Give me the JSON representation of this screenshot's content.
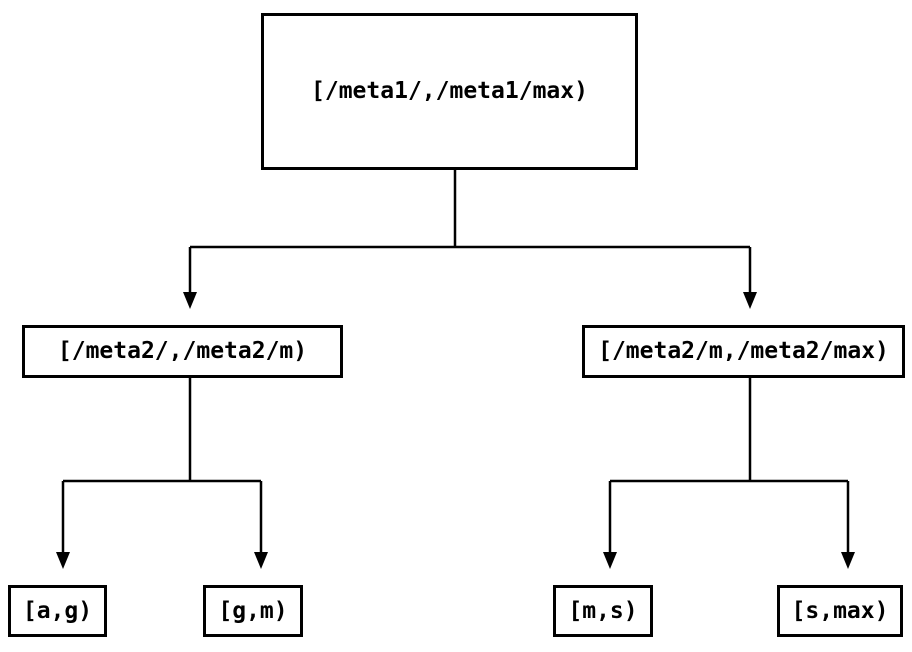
{
  "diagram": {
    "type": "binary-interval-tree",
    "colors": {
      "background": "#ffffff",
      "line": "#000000",
      "text": "#000000",
      "node_fill": "#ffffff"
    },
    "nodes": {
      "root": {
        "label": "[/meta1/,/meta1/max)"
      },
      "left_mid": {
        "label": "[/meta2/,/meta2/m)"
      },
      "right_mid": {
        "label": "[/meta2/m,/meta2/max)"
      },
      "leaf_ag": {
        "label": "[a,g)"
      },
      "leaf_gm": {
        "label": "[g,m)"
      },
      "leaf_ms": {
        "label": "[m,s)"
      },
      "leaf_smax": {
        "label": "[s,max)"
      }
    },
    "edges": [
      {
        "from": "root",
        "to": "left_mid"
      },
      {
        "from": "root",
        "to": "right_mid"
      },
      {
        "from": "left_mid",
        "to": "leaf_ag"
      },
      {
        "from": "left_mid",
        "to": "leaf_gm"
      },
      {
        "from": "right_mid",
        "to": "leaf_ms"
      },
      {
        "from": "right_mid",
        "to": "leaf_smax"
      }
    ]
  }
}
